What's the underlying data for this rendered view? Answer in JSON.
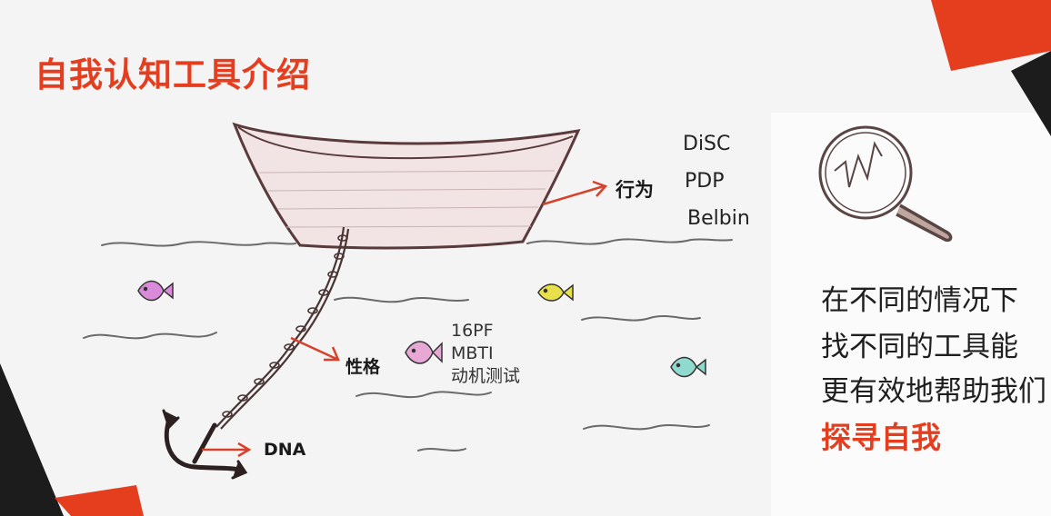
{
  "title": "自我认知工具介绍",
  "labels": {
    "behavior": "行为",
    "personality": "性格",
    "dna": "DNA"
  },
  "behavior_tools": [
    "DiSC",
    "PDP",
    "Belbin"
  ],
  "personality_tools": [
    "16PF",
    "MBTI",
    "动机测试"
  ],
  "right_panel": {
    "lines": [
      "在不同的情况下",
      "找不同的工具能",
      "更有效地帮助我们"
    ],
    "emphasis": "探寻自我"
  },
  "colors": {
    "accent": "#e43e1f",
    "dark": "#1f1f1f",
    "boat_fill": "#f2e4e4",
    "sketch_brown": "#5a3a3a"
  },
  "icons": [
    "magnifier-icon",
    "fish-icon",
    "anchor-icon",
    "chain-icon",
    "boat-icon"
  ]
}
